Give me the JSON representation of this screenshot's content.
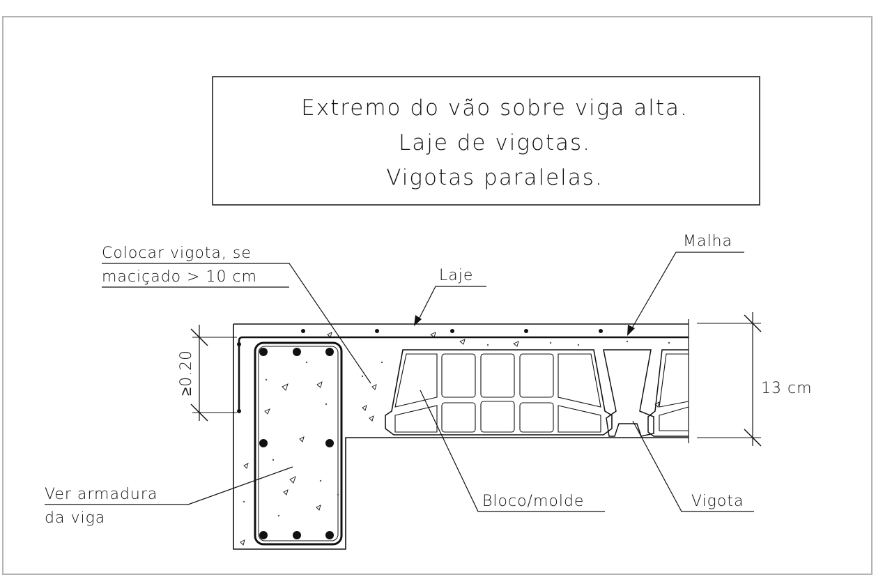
{
  "title_lines": [
    "Extremo do vão sobre viga alta.",
    "Laje de vigotas.",
    "Vigotas paralelas."
  ],
  "labels": {
    "colocar_line1": "Colocar vigota, se",
    "colocar_line2": "maciçado > 10 cm",
    "laje": "Laje",
    "malha": "Malha",
    "ver_line1": "Ver armadura",
    "ver_line2": "da viga",
    "bloco": "Bloco/molde",
    "vigota": "Vigota"
  },
  "dimensions": {
    "min_length": "≥0.20",
    "slab_height": "13 cm"
  },
  "colors": {
    "line": "#111111",
    "frame": "#b3b3b3",
    "background": "#ffffff"
  }
}
